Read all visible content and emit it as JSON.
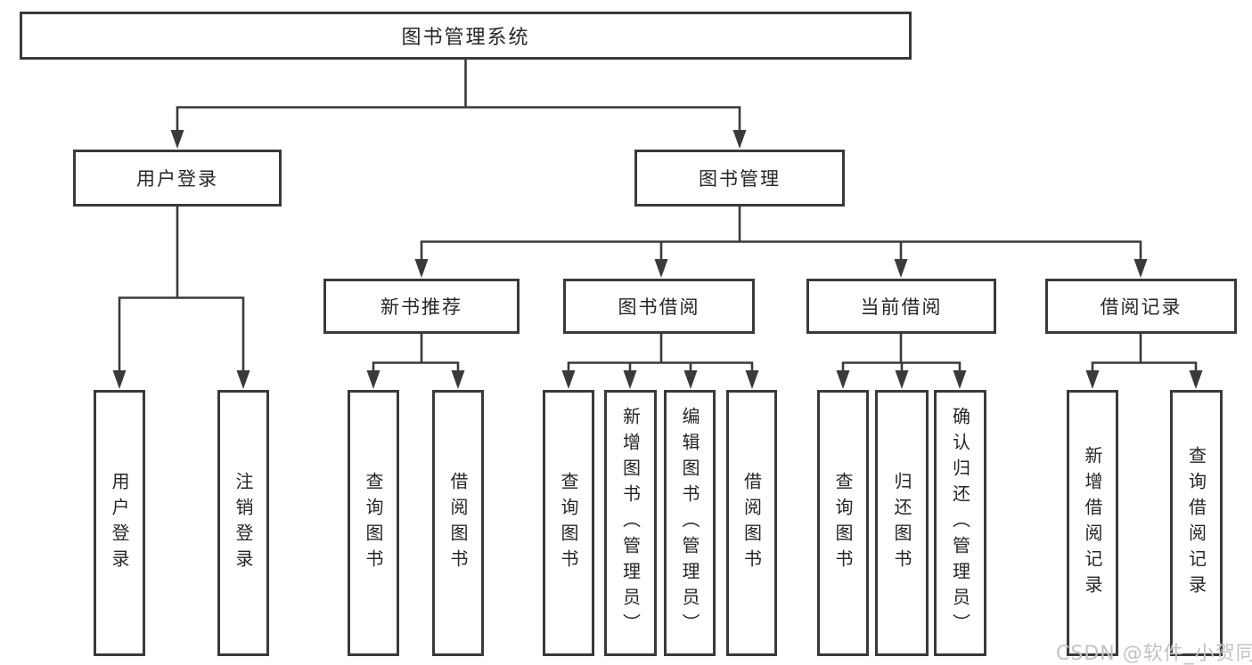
{
  "diagram": {
    "root": {
      "label": "图书管理系统"
    },
    "level2": [
      {
        "label": "用户登录"
      },
      {
        "label": "图书管理"
      }
    ],
    "level3": [
      {
        "label": "新书推荐"
      },
      {
        "label": "图书借阅"
      },
      {
        "label": "当前借阅"
      },
      {
        "label": "借阅记录"
      }
    ],
    "leaves": {
      "user_login": [
        "用户登录",
        "注销登录"
      ],
      "new_book": [
        "查询图书",
        "借阅图书"
      ],
      "book_borrow": [
        "查询图书",
        "新增图书（管理员）",
        "编辑图书（管理员）",
        "借阅图书"
      ],
      "current_borrow": [
        "查询图书",
        "归还图书",
        "确认归还（管理员）"
      ],
      "borrow_record": [
        "新增借阅记录",
        "查询借阅记录"
      ]
    }
  },
  "watermark": "CSDN @软件_小贺同学",
  "colors": {
    "line": "#3a3a3a",
    "box_border": "#3a3a3a",
    "box_fill": "#ffffff",
    "text": "#262626",
    "watermark": "#c3c3c3",
    "background": "#ffffff"
  }
}
